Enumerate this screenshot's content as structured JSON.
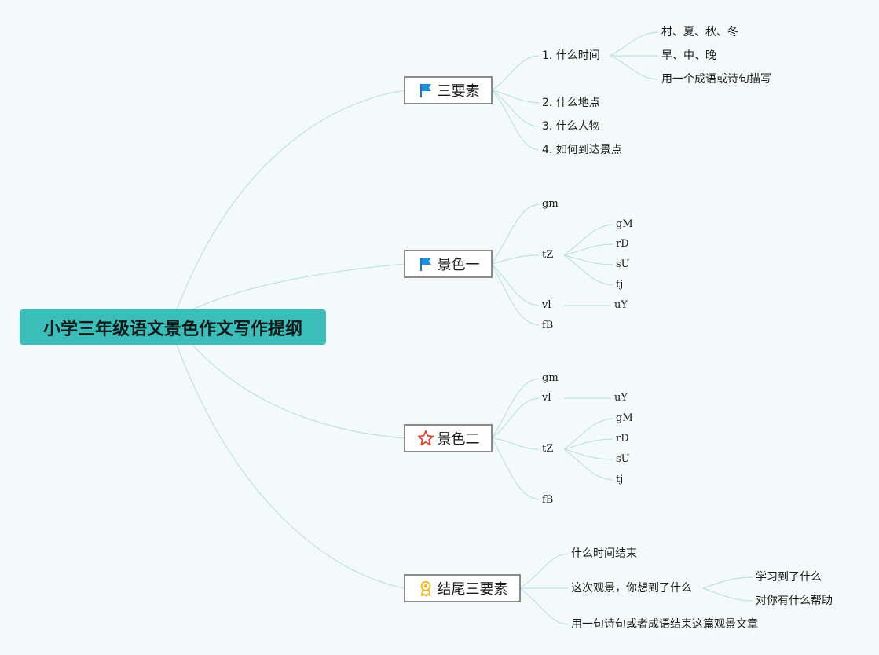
{
  "root": {
    "label": "小学三年级语文景色作文写作提纲"
  },
  "branches": [
    {
      "label": "三要素",
      "icon": "blue-flag-icon",
      "children": [
        {
          "label": "1. 什么时间",
          "children": [
            "村、夏、秋、冬",
            "早、中、晚",
            "用一个成语或诗句描写"
          ]
        },
        {
          "label": "2. 什么地点"
        },
        {
          "label": "3. 什么人物"
        },
        {
          "label": "4. 如何到达景点"
        }
      ]
    },
    {
      "label": "景色一",
      "icon": "blue-flag-icon",
      "children": [
        {
          "label": "gm"
        },
        {
          "label": "tZ",
          "children": [
            "gM",
            "rD",
            "sU",
            "tj"
          ]
        },
        {
          "label": "vl",
          "children": [
            "uY"
          ]
        },
        {
          "label": "fB"
        }
      ]
    },
    {
      "label": "景色二",
      "icon": "red-star-icon",
      "children": [
        {
          "label": "gm"
        },
        {
          "label": "vl",
          "children": [
            "uY"
          ]
        },
        {
          "label": "tZ",
          "children": [
            "gM",
            "rD",
            "sU",
            "tj"
          ]
        },
        {
          "label": "fB"
        }
      ]
    },
    {
      "label": "结尾三要素",
      "icon": "gold-medal-icon",
      "children": [
        {
          "label": "什么时间结束"
        },
        {
          "label": "这次观景，你想到了什么",
          "children": [
            "学习到了什么",
            "对你有什么帮助"
          ]
        },
        {
          "label": "用一句诗句或者成语结束这篇观景文章"
        }
      ]
    }
  ],
  "colors": {
    "root_fill": "#3cbdb9",
    "connector": "#bfe3e1",
    "background": "#f4f9f9",
    "branch_border": "#8a8a8a"
  }
}
